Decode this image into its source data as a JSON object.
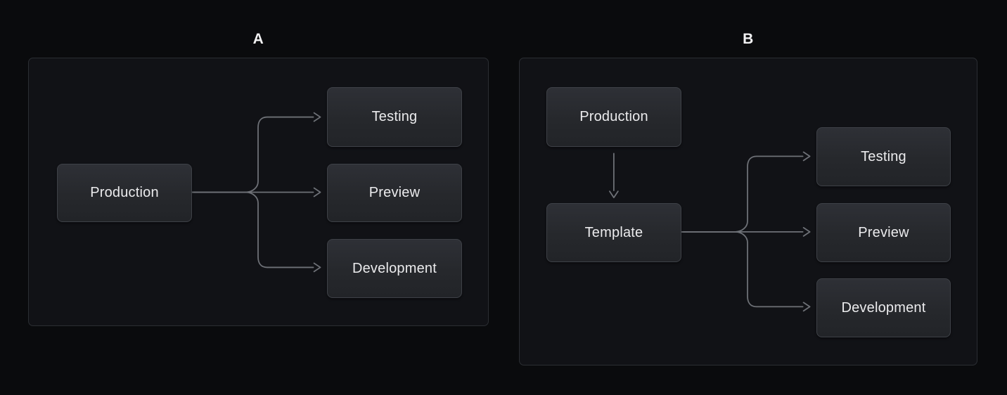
{
  "diagram": {
    "background_color": "#0a0b0d",
    "panel_border_color": "#2b2e33",
    "node_fill_top": "#2e3036",
    "node_fill_bottom": "#222428",
    "node_border_color": "#3e4147",
    "node_text_color": "#ebebed",
    "arrow_color": "#6e7177",
    "panels": [
      {
        "label": "A",
        "nodes": [
          {
            "id": "production",
            "label": "Production"
          },
          {
            "id": "testing",
            "label": "Testing"
          },
          {
            "id": "preview",
            "label": "Preview"
          },
          {
            "id": "development",
            "label": "Development"
          }
        ],
        "edges": [
          {
            "from": "production",
            "to": "testing"
          },
          {
            "from": "production",
            "to": "preview"
          },
          {
            "from": "production",
            "to": "development"
          }
        ]
      },
      {
        "label": "B",
        "nodes": [
          {
            "id": "production",
            "label": "Production"
          },
          {
            "id": "template",
            "label": "Template"
          },
          {
            "id": "testing",
            "label": "Testing"
          },
          {
            "id": "preview",
            "label": "Preview"
          },
          {
            "id": "development",
            "label": "Development"
          }
        ],
        "edges": [
          {
            "from": "production",
            "to": "template"
          },
          {
            "from": "template",
            "to": "testing"
          },
          {
            "from": "template",
            "to": "preview"
          },
          {
            "from": "template",
            "to": "development"
          }
        ]
      }
    ]
  }
}
